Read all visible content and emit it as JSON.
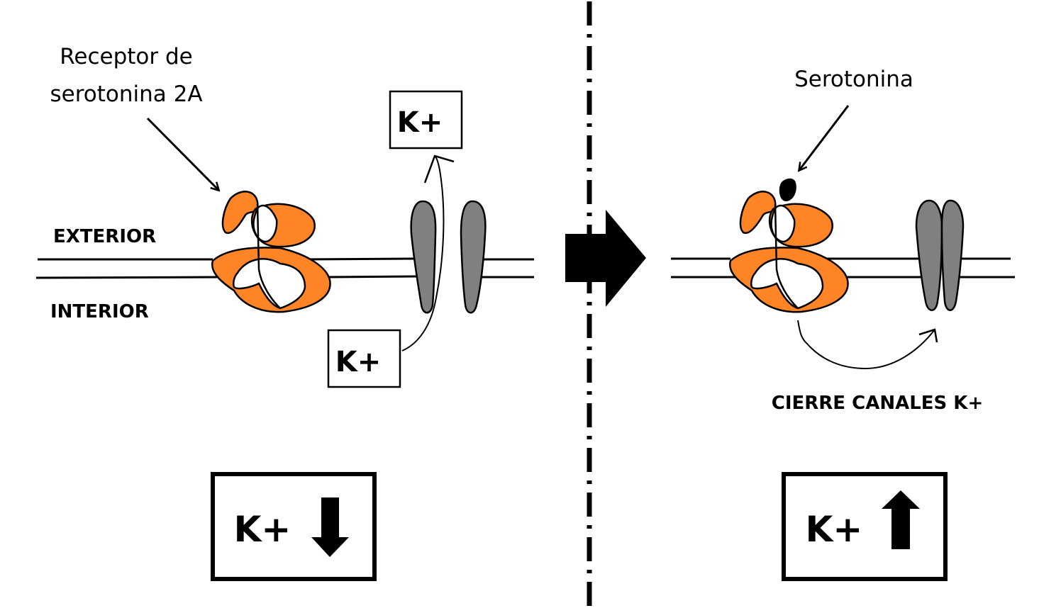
{
  "colors": {
    "receptor_fill": "#FF8426",
    "channel_fill": "#808080",
    "stroke": "#000000",
    "background": "#FFFFFF"
  },
  "left_panel": {
    "receptor_label_line1": "Receptor de",
    "receptor_label_line2": "serotonina 2A",
    "exterior_label": "EXTERIOR",
    "interior_label": "INTERIOR",
    "k_top_label": "K+",
    "k_bottom_label": "K+",
    "channel_state": "open",
    "result_label": "K+",
    "result_arrow": "arrow-down-icon"
  },
  "right_panel": {
    "ligand_label": "Serotonina",
    "channel_state": "closed",
    "caption": "CIERRE CANALES K+",
    "result_label": "K+",
    "result_arrow": "arrow-up-icon"
  },
  "transition_arrow": "arrow-right-icon"
}
